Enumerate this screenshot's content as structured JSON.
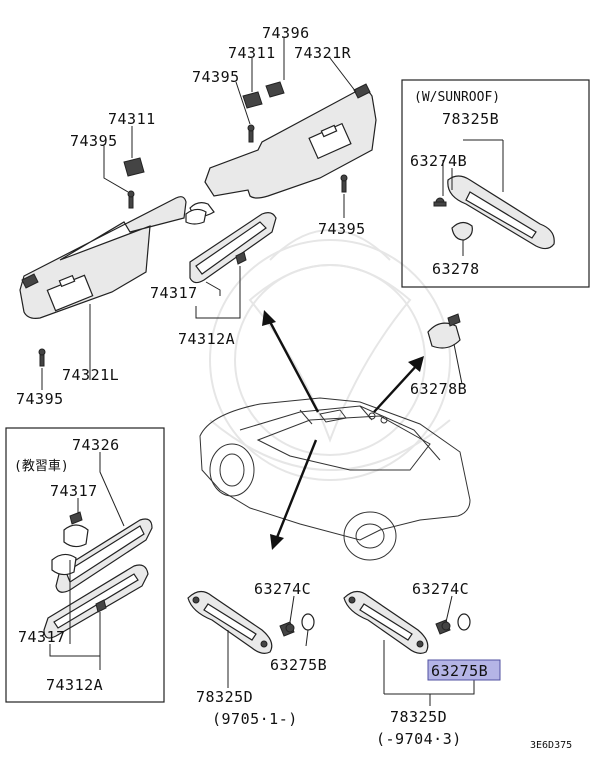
{
  "diagram": {
    "sunroof_box_title": "(W/SUNROOF)",
    "kyoushuu_box_title": "(教習車)",
    "labels": {
      "p74396": "74396",
      "p74311_top": "74311",
      "p74321R": "74321R",
      "p74395_top": "74395",
      "p74311_left": "74311",
      "p74395_left": "74395",
      "p74395_right": "74395",
      "p74317_center": "74317",
      "p74312A_center": "74312A",
      "p74321L": "74321L",
      "p74395_bottom": "74395",
      "p78325B": "78325B",
      "p63274B": "63274B",
      "p63278": "63278",
      "p63278B": "63278B",
      "p74326": "74326",
      "p74317_box_top": "74317",
      "p74317_box_bottom": "74317",
      "p74312A_box": "74312A",
      "p63274C_mid": "63274C",
      "p63275B_mid": "63275B",
      "p78325D_mid": "78325D",
      "date_mid": "(9705·1-)",
      "p63274C_right": "63274C",
      "p63275B_highlight": "63275B",
      "p78325D_right": "78325D",
      "date_right": "(-9704·3)",
      "diagram_code": "3E6D375"
    },
    "highlight_color": "#b4b4e6"
  }
}
